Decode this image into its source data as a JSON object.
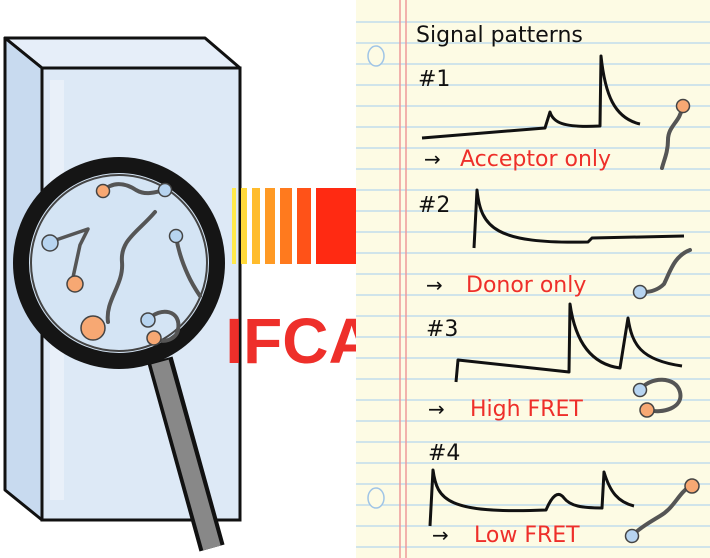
{
  "label": "IFCA",
  "notebook": {
    "title": "Signal patterns",
    "patterns": [
      {
        "number": "#1",
        "result": "Acceptor only"
      },
      {
        "number": "#2",
        "result": "Donor only"
      },
      {
        "number": "#3",
        "result": "High FRET"
      },
      {
        "number": "#4",
        "result": "Low FRET"
      }
    ],
    "arrow_glyph": "→"
  },
  "colors": {
    "accent_red": "#ee2f2a",
    "paper": "#fdfbe4",
    "rule_line": "#b6d6ee",
    "margin_line": "#ee9a9a",
    "donor": "#b7d4f0",
    "acceptor": "#f7a873",
    "cuvette": "#dde9f6"
  }
}
